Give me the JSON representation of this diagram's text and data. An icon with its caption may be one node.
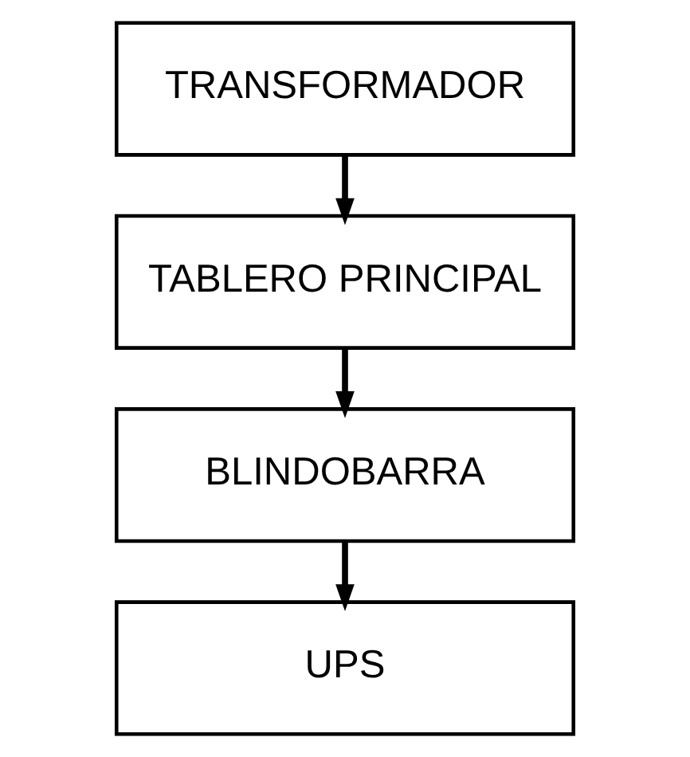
{
  "diagram": {
    "nodes": [
      {
        "text": [
          "TRANSFORMADOR"
        ]
      },
      {
        "text": [
          "TABLERO PRINCIPAL"
        ]
      },
      {
        "text": [
          "BLINDOBARRA"
        ]
      },
      {
        "text": [
          "UPS"
        ]
      }
    ],
    "edges": [
      {
        "from": 0,
        "to": 1,
        "arrow": "to"
      },
      {
        "from": 1,
        "to": 2,
        "arrow": "to"
      },
      {
        "from": 2,
        "to": 3,
        "arrow": "to"
      }
    ]
  }
}
